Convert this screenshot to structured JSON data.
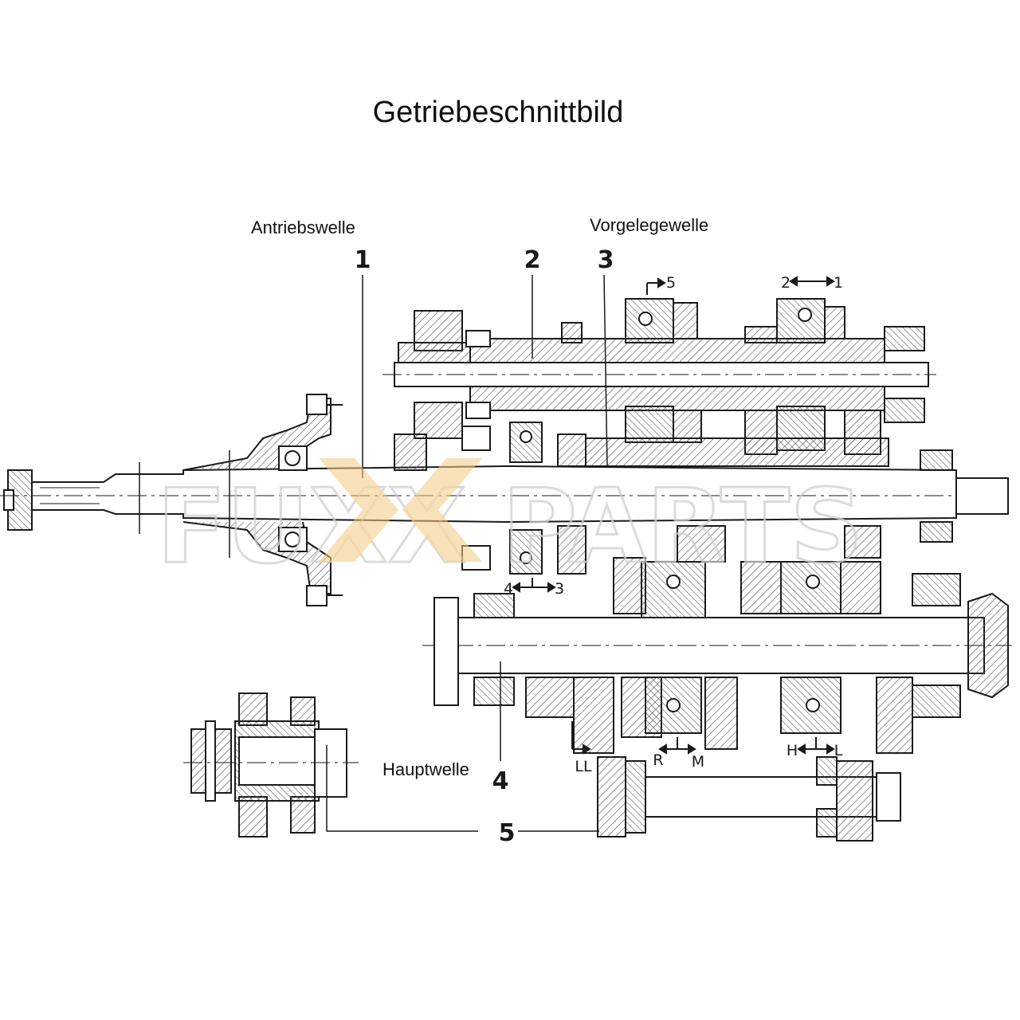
{
  "title": "Getriebeschnittbild",
  "labels": {
    "antriebswelle": "Antriebswelle",
    "vorgelegewelle": "Vorgelegewelle",
    "hauptwelle": "Hauptwelle"
  },
  "callouts": [
    "1",
    "2",
    "3",
    "4",
    "5"
  ],
  "shift_markers": {
    "g5": "5",
    "g2": "2",
    "g1": "1",
    "g4": "4",
    "g3": "3",
    "r": "R",
    "m": "M",
    "h": "H",
    "l": "L",
    "ll": "LL"
  },
  "watermark": "FUXX PARTS",
  "colors": {
    "ink": "#1a1a1a",
    "hatch": "#555555",
    "watermark_outline": "#cfcfcf",
    "watermark_accent": "#f3c982"
  }
}
